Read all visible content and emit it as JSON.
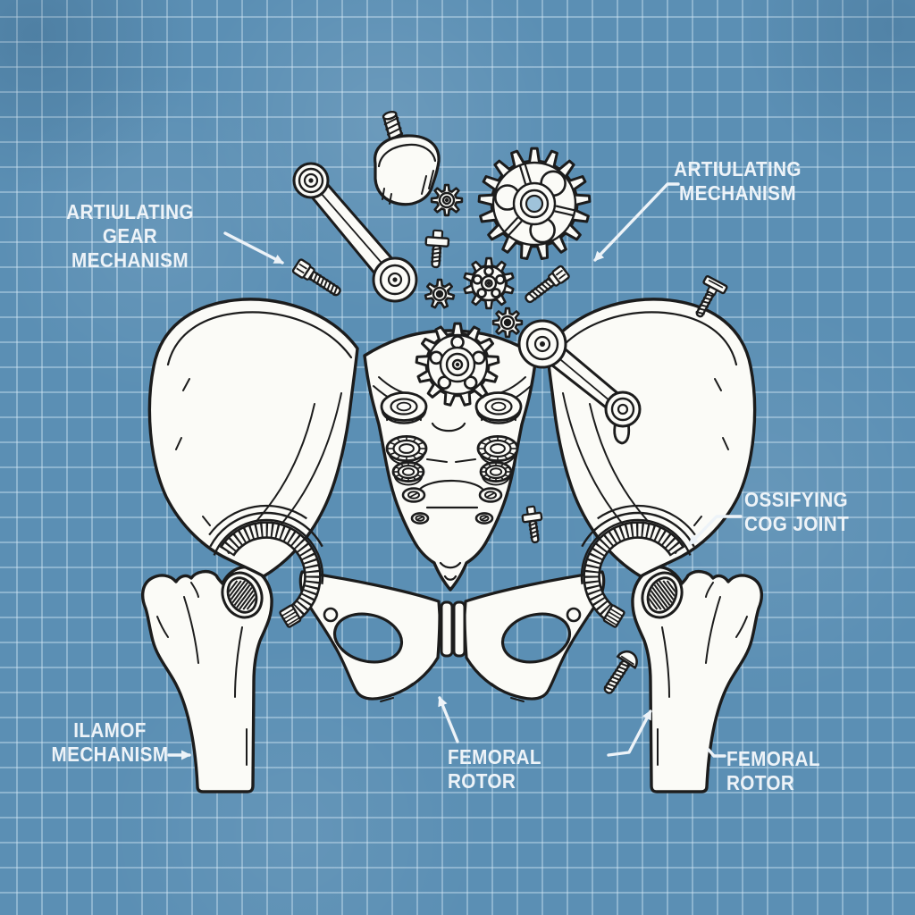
{
  "title": "Mechanical pelvis blueprint diagram",
  "style": {
    "background_color": "#5b8fb4",
    "grid_line_color": "#a9cbe2",
    "ink_color": "#1c1c1c",
    "bone_fill_color": "#fbfbf7",
    "label_text_color": "#edf3f8"
  },
  "labels": {
    "articulating_gear_mechanism": {
      "line1": "ARTIULATING",
      "line2": "GEAR MECHANISM"
    },
    "articulating_mechanism": {
      "line1": "ARTIULATING",
      "line2": "MECHANISM"
    },
    "ossifying_cog_joint": {
      "line1": "OSSIFYING",
      "line2": "COG JOINT"
    },
    "ilamof_mechanism": {
      "line1": "ILAMOF",
      "line2": "MECHANISM"
    },
    "femoral_rotor_center": {
      "line1": "FEMORAL ROTOR"
    },
    "femoral_rotor_right": {
      "line1": "FEMORAL ROTOR"
    }
  },
  "figure": {
    "type": "blueprint-diagram",
    "subject": "human pelvis hybridized with mechanical parts on blue grid paper",
    "components": [
      "left iliac wing",
      "right iliac wing",
      "sacrum with rivet bolts",
      "coccyx",
      "pubic symphysis block",
      "obturator foramina",
      "left femur",
      "right femur",
      "hip cog rings",
      "large spoked gear",
      "sacral gear",
      "four small cogs",
      "two connecting rods",
      "thumb-screw knob",
      "six loose screws and bolts"
    ]
  }
}
